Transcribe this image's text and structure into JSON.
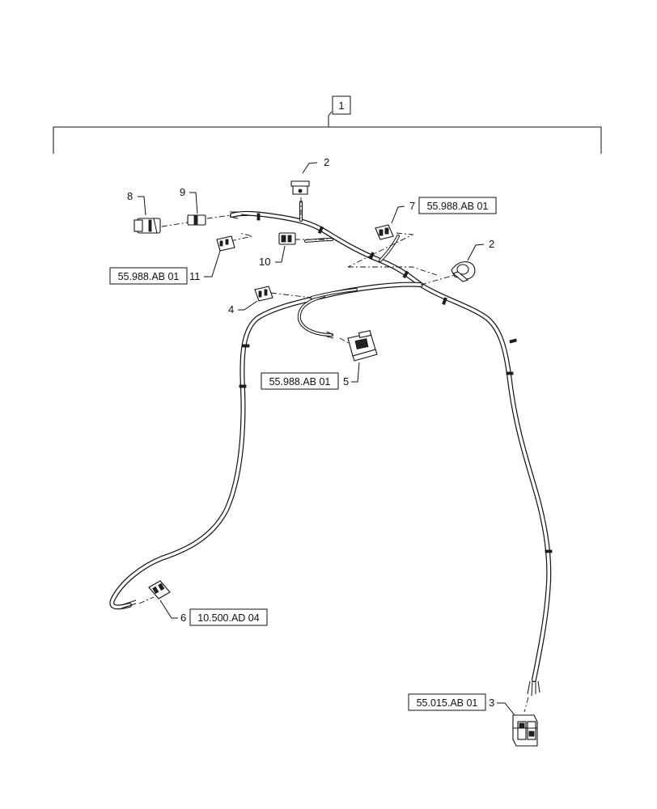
{
  "callouts": {
    "c1": "1",
    "c2a": "2",
    "c2b": "2",
    "c3": "3",
    "c4": "4",
    "c5": "5",
    "c6": "6",
    "c7": "7",
    "c8": "8",
    "c9": "9",
    "c10": "10",
    "c11": "11"
  },
  "references": {
    "r7": "55.988.AB 01",
    "r11": "55.988.AB 01",
    "r5": "55.988.AB 01",
    "r6": "10.500.AD 04",
    "r3": "55.015.AB 01"
  }
}
